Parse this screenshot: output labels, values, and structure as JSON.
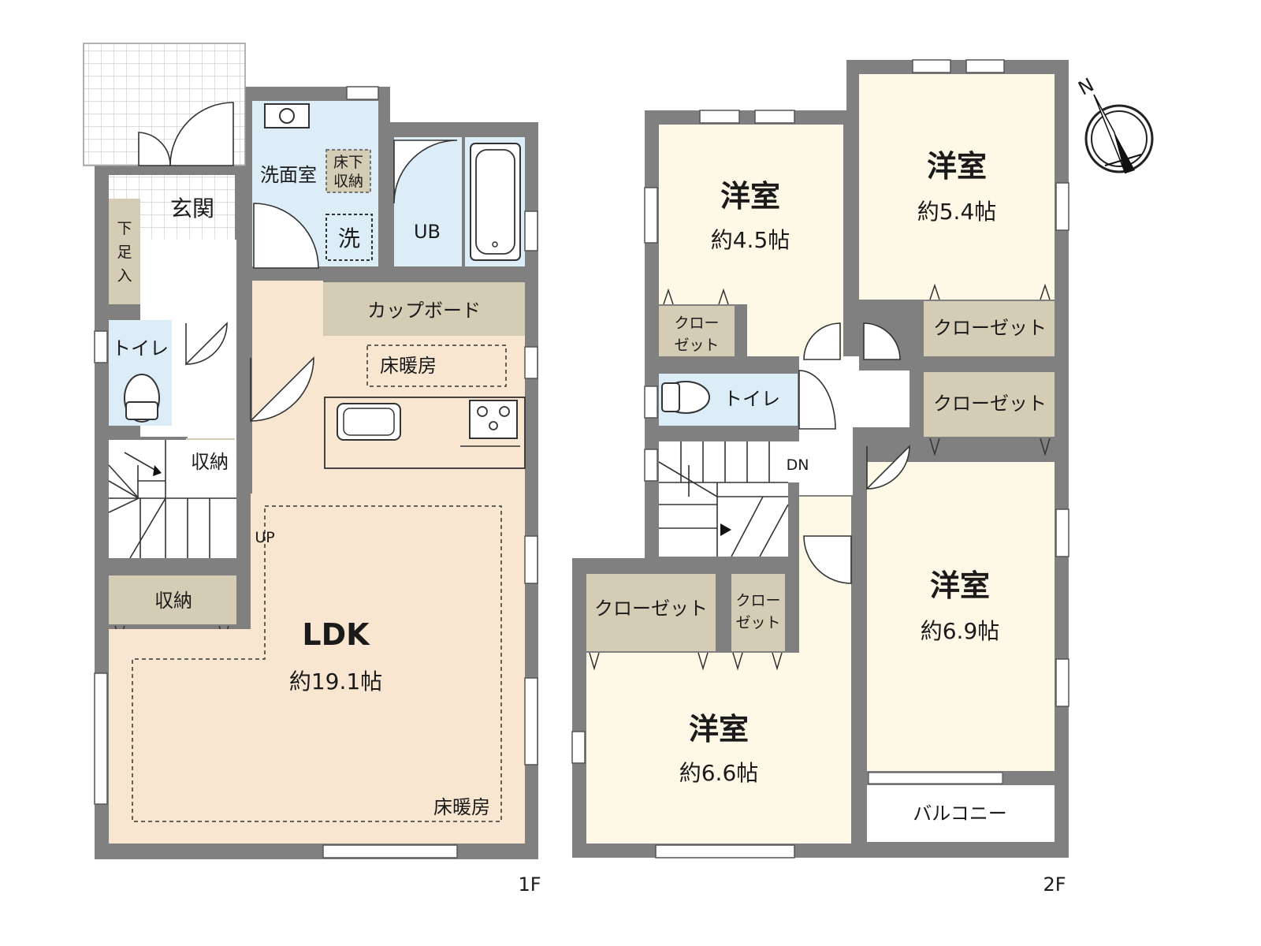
{
  "floor1": {
    "label": "1F",
    "ldk": {
      "name": "LDK",
      "size": "約19.1帖"
    },
    "floor_heating_1": "床暖房",
    "floor_heating_2": "床暖房",
    "cupboard": "カップボード",
    "washroom": "洗面室",
    "underfloor_line1": "床下",
    "underfloor_line2": "収納",
    "washer": "洗",
    "bath": "UB",
    "entrance": "玄関",
    "shoe_storage": [
      "下",
      "足",
      "入"
    ],
    "toilet": "トイレ",
    "storage_small": "収納",
    "storage_large": "収納",
    "stairs_up": "UP"
  },
  "floor2": {
    "label": "2F",
    "room_a": {
      "name": "洋室",
      "size": "約4.5帖"
    },
    "room_b": {
      "name": "洋室",
      "size": "約5.4帖"
    },
    "room_c": {
      "name": "洋室",
      "size": "約6.9帖"
    },
    "room_d": {
      "name": "洋室",
      "size": "約6.6帖"
    },
    "closet": "クローゼット",
    "closet_split_line1": "クロー",
    "closet_split_line2": "ゼット",
    "toilet": "トイレ",
    "stairs_down": "DN",
    "balcony": "バルコニー"
  },
  "compass": {
    "north_label": "N"
  },
  "colors": {
    "wall": "#808080",
    "ldk_floor": "#f8e6d0",
    "western_room_floor": "#fdf9e6",
    "wet_area": "#dcedf8",
    "storage": "#d5ccb5",
    "entrance_tile_line": "#c9c9c9"
  }
}
